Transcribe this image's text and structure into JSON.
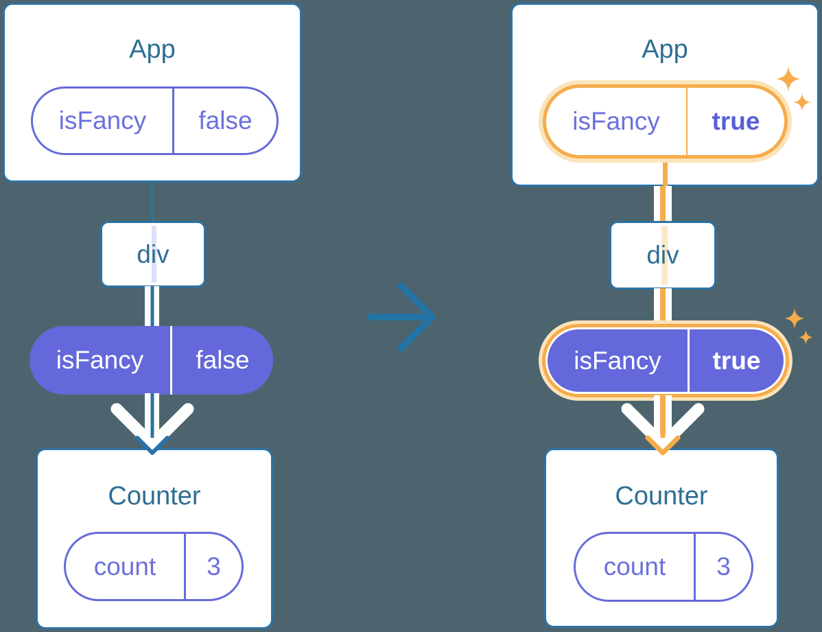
{
  "diagram": {
    "description_colors": {
      "background": "#4d646e",
      "card_border": "#2b73a6",
      "title_text": "#2d6e93",
      "purple_outline": "#666bd9",
      "purple_text": "#6b70dc",
      "purple_fill": "#6468da",
      "bold_value_text": "#585fd6",
      "highlight_orange": "#f5ac4b",
      "highlight_orange_light": "#fbe3ba",
      "arrow_blue": "#2274a6",
      "faded_lavender_line": "#dbe1f6",
      "faded_orange_line": "#fce9c9"
    },
    "icons": {
      "transition": "arrow-right-icon",
      "pass_down": "arrow-down-icon",
      "highlight": "sparkle-icon"
    },
    "left": {
      "app": {
        "title": "App",
        "prop": {
          "name": "isFancy",
          "value": "false"
        }
      },
      "div": {
        "title": "div"
      },
      "passed_prop": {
        "name": "isFancy",
        "value": "false"
      },
      "counter": {
        "title": "Counter",
        "state": {
          "name": "count",
          "value": "3"
        }
      }
    },
    "right": {
      "app": {
        "title": "App",
        "prop": {
          "name": "isFancy",
          "value": "true"
        }
      },
      "div": {
        "title": "div"
      },
      "passed_prop": {
        "name": "isFancy",
        "value": "true"
      },
      "counter": {
        "title": "Counter",
        "state": {
          "name": "count",
          "value": "3"
        }
      }
    }
  }
}
